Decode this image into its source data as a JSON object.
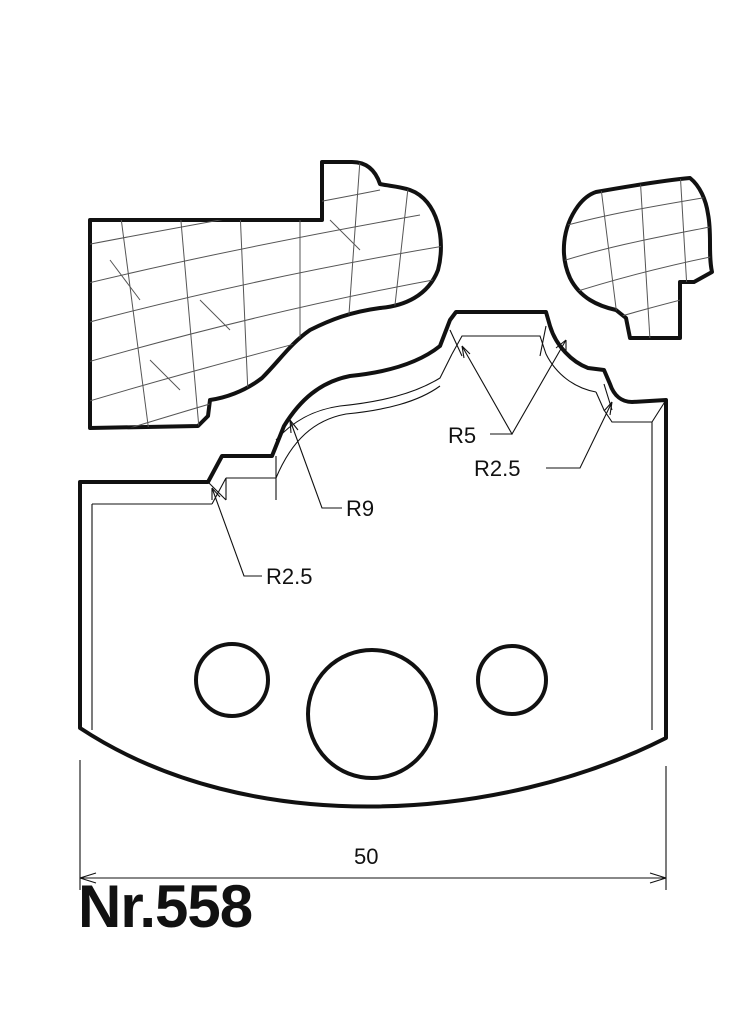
{
  "model": "Nr.558",
  "dimensions": {
    "width": "50",
    "radius_r9": "R9",
    "radius_r5": "R5",
    "radius_r25_left": "R2.5",
    "radius_r25_right": "R2.5"
  }
}
